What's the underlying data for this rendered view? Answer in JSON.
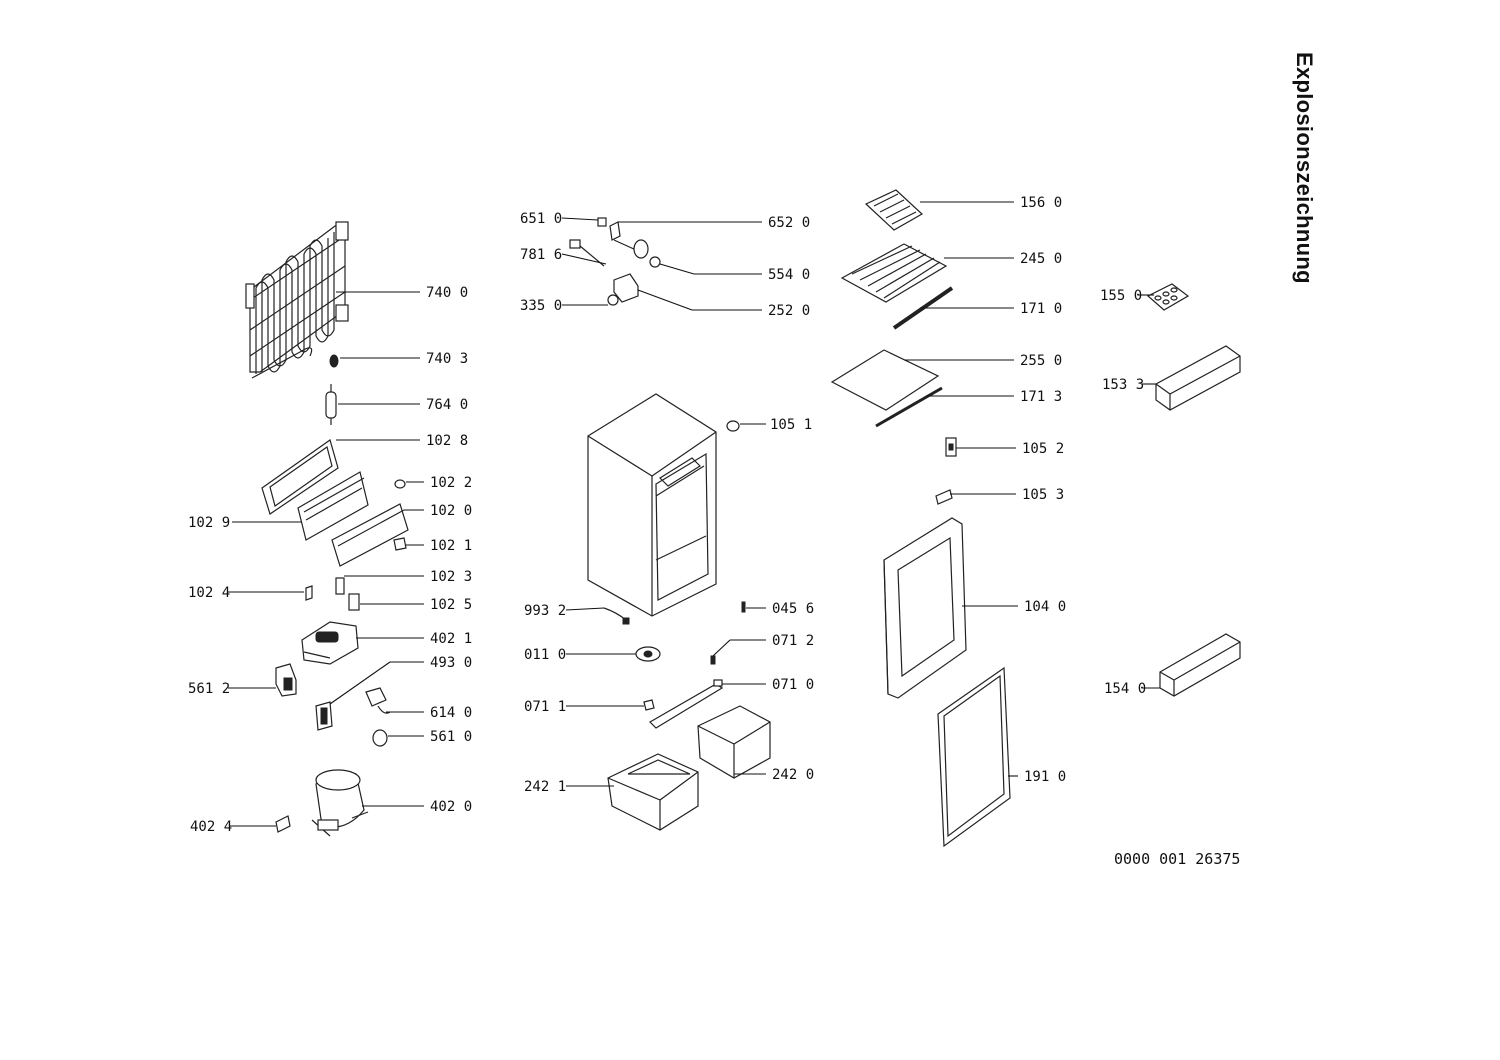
{
  "title": "Explosionszeichnung",
  "document_number": "0000 001 26375",
  "parts": {
    "p7400": "740 0",
    "p7403": "740 3",
    "p7640": "764 0",
    "p1028": "102 8",
    "p1022": "102 2",
    "p1020": "102 0",
    "p1029": "102 9",
    "p1021": "102 1",
    "p1023": "102 3",
    "p1024": "102 4",
    "p1025": "102 5",
    "p4021": "402 1",
    "p4930": "493 0",
    "p5612": "561 2",
    "p6140": "614 0",
    "p5610": "561 0",
    "p4020": "402 0",
    "p4024": "402 4",
    "p6510": "651 0",
    "p6520": "652 0",
    "p7816": "781 6",
    "p5540": "554 0",
    "p3350": "335 0",
    "p2520": "252 0",
    "p1051": "105 1",
    "p9932": "993 2",
    "p0456": "045 6",
    "p0110": "011 0",
    "p0712": "071 2",
    "p0710": "071 0",
    "p0711": "071 1",
    "p2421": "242 1",
    "p2420": "242 0",
    "p1560": "156 0",
    "p2450": "245 0",
    "p1710": "171 0",
    "p2550": "255 0",
    "p1713": "171 3",
    "p1052": "105 2",
    "p1053": "105 3",
    "p1040": "104 0",
    "p1910": "191 0",
    "p1550": "155 0",
    "p1533": "153 3",
    "p1540": "154 0"
  }
}
